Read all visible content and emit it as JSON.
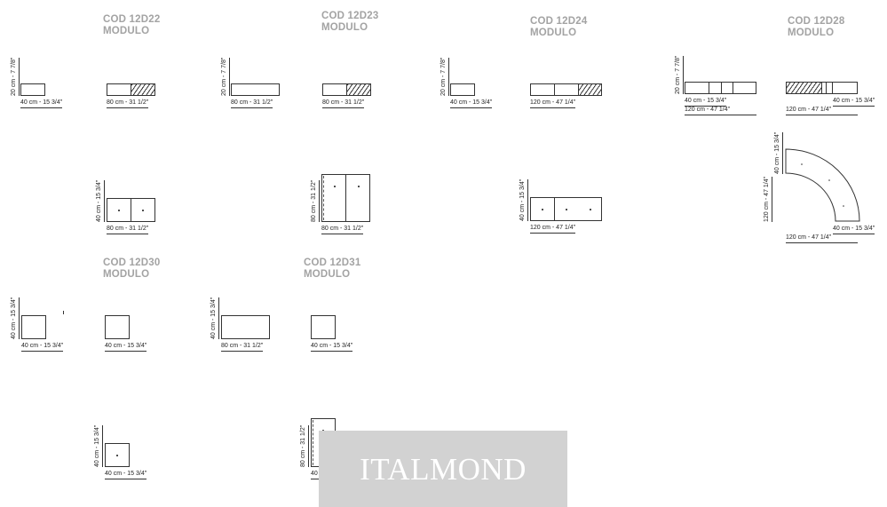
{
  "modules": [
    {
      "code": "COD 12D22",
      "label": "MODULO"
    },
    {
      "code": "COD 12D23",
      "label": "MODULO"
    },
    {
      "code": "COD 12D24",
      "label": "MODULO"
    },
    {
      "code": "COD 12D28",
      "label": "MODULO"
    },
    {
      "code": "COD 12D30",
      "label": "MODULO"
    },
    {
      "code": "COD 12D31",
      "label": "MODULO"
    }
  ],
  "dims": {
    "d20": "20 cm - 7 7/8\"",
    "d40": "40 cm - 15 3/4\"",
    "d80": "80 cm - 31 1/2\"",
    "d120": "120 cm - 47 1/4\""
  },
  "watermark": "ITALMOND"
}
